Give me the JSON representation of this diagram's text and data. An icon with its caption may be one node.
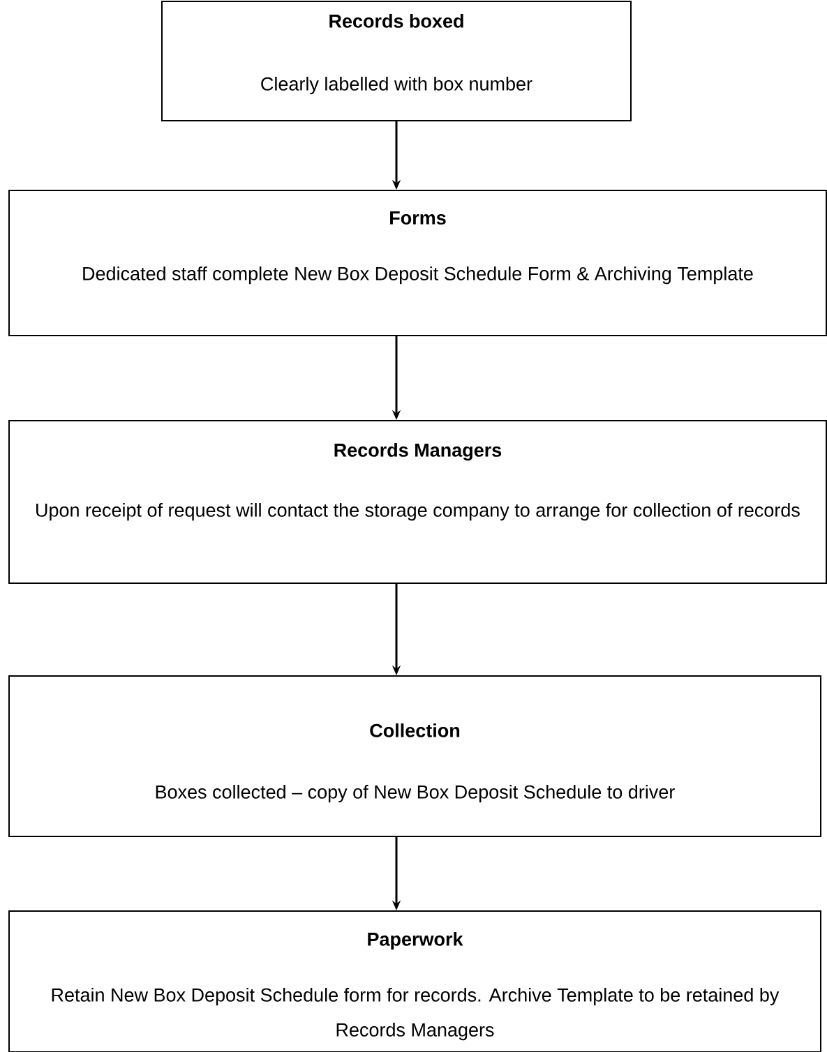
{
  "diagram": {
    "nodes": [
      {
        "text": [
          "Records boxed",
          "Clearly labelled with box number"
        ]
      },
      {
        "text": [
          "Forms",
          "Dedicated staff complete New Box Deposit Schedule Form & Archiving Template"
        ]
      },
      {
        "text": [
          "Records Managers",
          "Upon receipt of request will contact the storage company to arrange for collection of records"
        ]
      },
      {
        "text": [
          "Collection",
          "Boxes collected – copy of New Box Deposit Schedule to driver"
        ]
      },
      {
        "text": [
          "Paperwork",
          "Retain New Box Deposit Schedule form for records. Archive Template to be retained by Records Managers"
        ]
      }
    ],
    "edges": [
      {
        "from": 0,
        "to": 1,
        "arrow": "to"
      },
      {
        "from": 1,
        "to": 2,
        "arrow": "to"
      },
      {
        "from": 2,
        "to": 3,
        "arrow": "to"
      },
      {
        "from": 3,
        "to": 4,
        "arrow": "to"
      }
    ]
  }
}
